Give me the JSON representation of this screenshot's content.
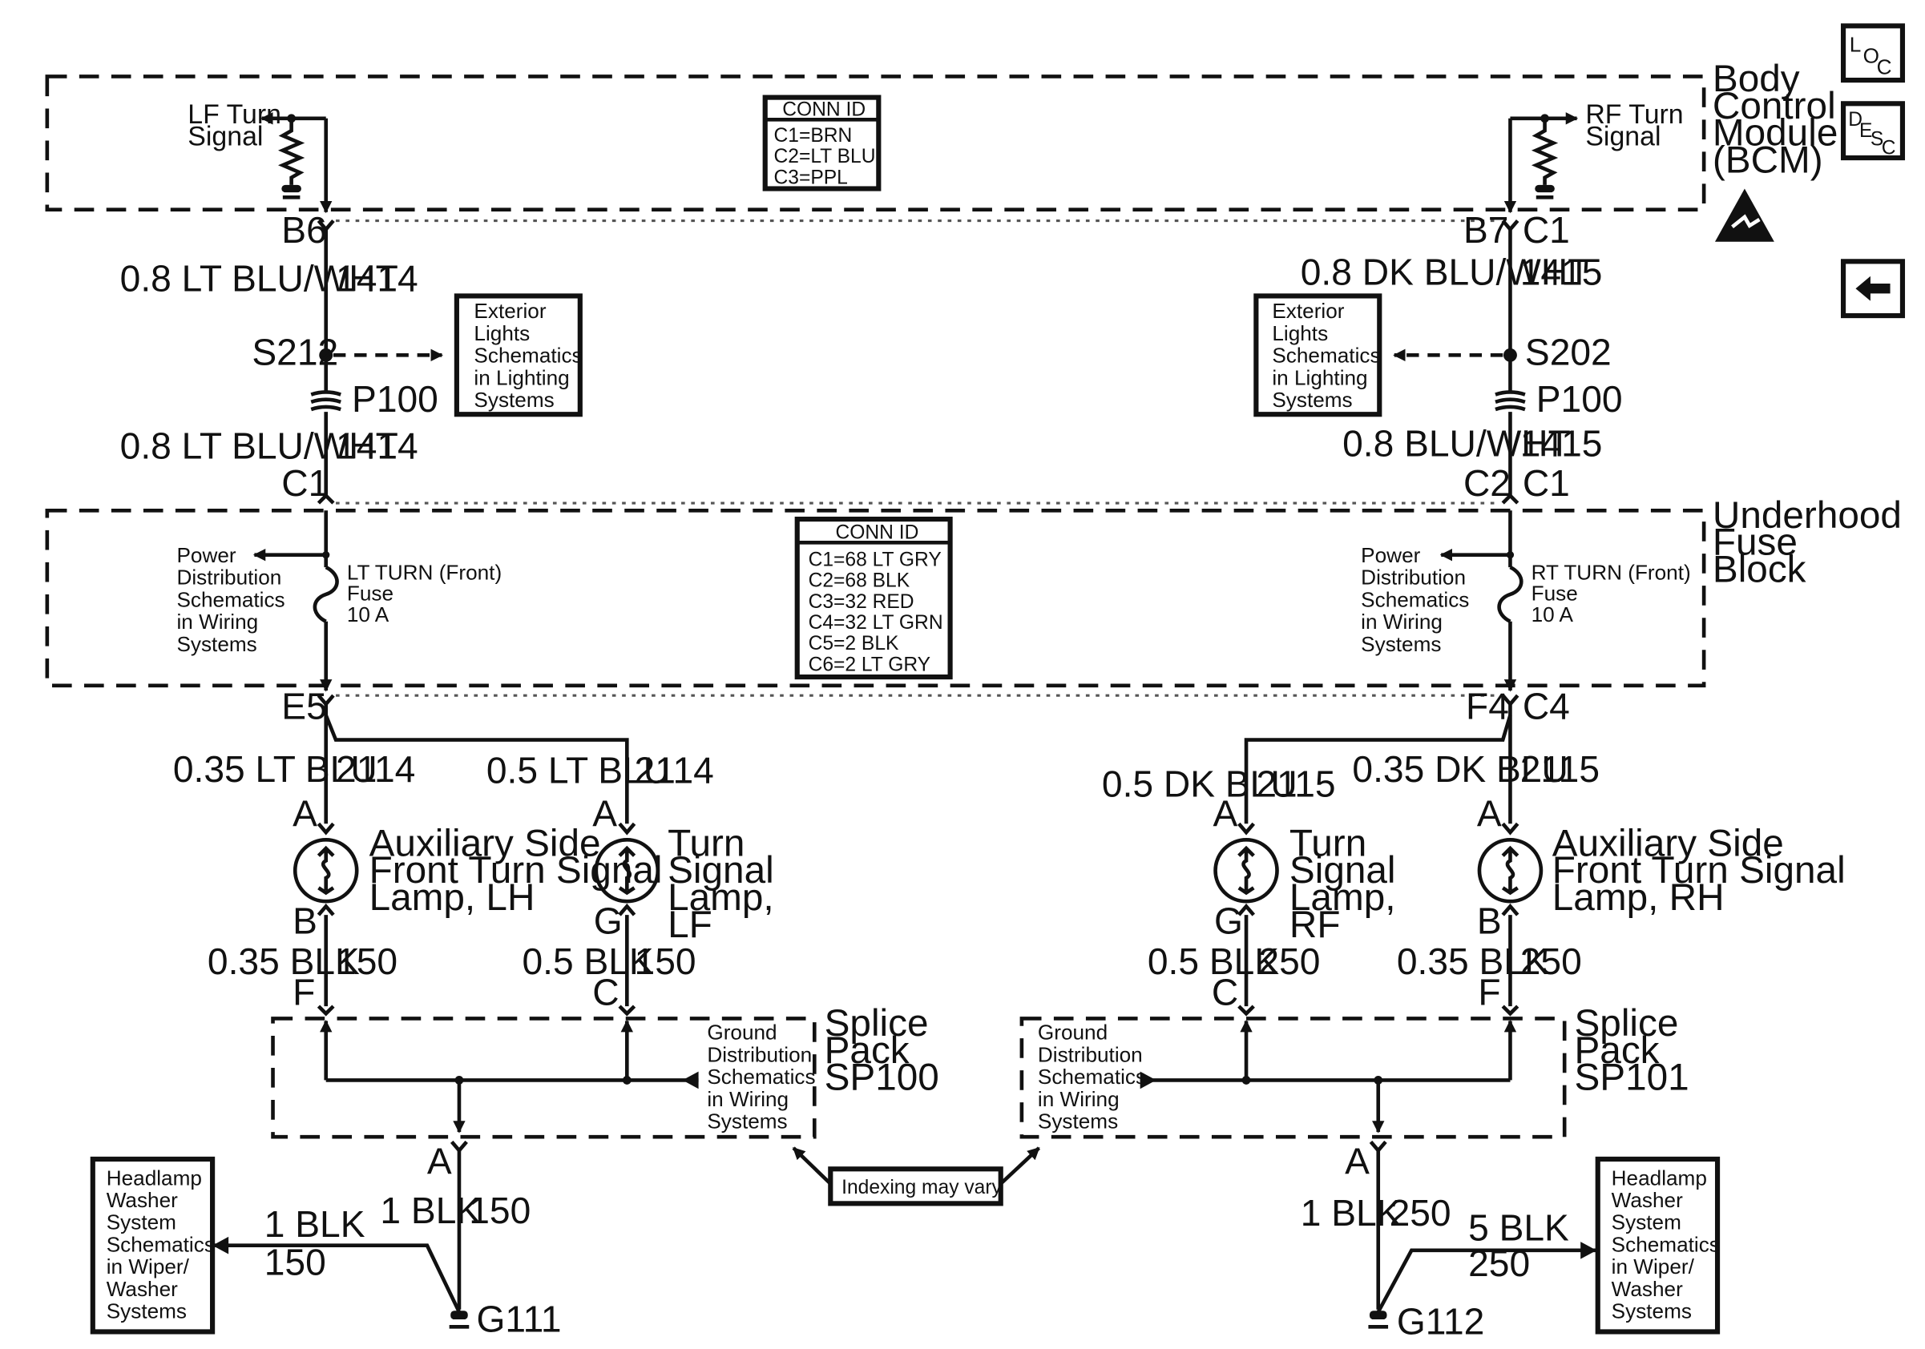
{
  "nav": {
    "loc_icon_name": "loc-icon",
    "desc_icon_name": "desc-icon",
    "back_icon_name": "back-arrow-icon",
    "loc": [
      "L",
      "O",
      "C"
    ],
    "desc": [
      "D",
      "E",
      "S",
      "C"
    ]
  },
  "modules": {
    "bcm": [
      "Body",
      "Control",
      "Module",
      "(BCM)"
    ],
    "fuse_block": [
      "Underhood",
      "Fuse",
      "Block"
    ],
    "sp100": [
      "Splice",
      "Pack",
      "SP100"
    ],
    "sp101": [
      "Splice",
      "Pack",
      "SP101"
    ]
  },
  "bcm": {
    "lf_signal": [
      "LF Turn",
      "Signal"
    ],
    "rf_signal": [
      "RF Turn",
      "Signal"
    ],
    "conn_id_title": "CONN ID",
    "conn_ids": [
      "C1=BRN",
      "C2=LT BLU",
      "C3=PPL"
    ]
  },
  "fuse_block": {
    "conn_id_title": "CONN ID",
    "conn_ids": [
      "C1=68 LT GRY",
      "C2=68 BLK",
      "C3=32 RED",
      "C4=32 LT GRN",
      "C5=2 BLK",
      "C6=2 LT GRY"
    ],
    "power_ref": [
      "Power",
      "Distribution",
      "Schematics",
      "in Wiring",
      "Systems"
    ],
    "lt_fuse": [
      "LT TURN (Front)",
      "Fuse",
      "10 A"
    ],
    "rt_fuse": [
      "RT TURN (Front)",
      "Fuse",
      "10 A"
    ]
  },
  "refs": {
    "exterior_lights": [
      "Exterior",
      "Lights",
      "Schematics",
      "in Lighting",
      "Systems"
    ],
    "ground_dist": [
      "Ground",
      "Distribution",
      "Schematics",
      "in Wiring",
      "Systems"
    ],
    "headlamp_washer": [
      "Headlamp",
      "Washer",
      "System",
      "Schematics",
      "in Wiper/",
      "Washer",
      "Systems"
    ],
    "indexing": "Indexing may vary"
  },
  "left": {
    "bcm_pin": "B6",
    "wire1": "0.8 LT BLU/WHT",
    "circuit1": "1414",
    "splice": "S212",
    "inline": "P100",
    "wire2": "0.8 LT BLU/WHT",
    "circuit2": "1414",
    "fuse_conn": "C1",
    "fuse_out_pin": "E5",
    "aux_wire": "0.35 LT BLU",
    "aux_circuit": "2114",
    "turn_wire": "0.5 LT BLU",
    "turn_circuit": "2114",
    "aux_lamp_pin_a": "A",
    "aux_lamp_pin_b": "B",
    "turn_lamp_pin_a": "A",
    "turn_lamp_pin_b": "G",
    "aux_lamp": [
      "Auxiliary Side",
      "Front Turn Signal",
      "Lamp, LH"
    ],
    "turn_lamp": [
      "Turn",
      "Signal",
      "Lamp,",
      "LF"
    ],
    "aux_gnd_wire": "0.35 BLK",
    "aux_gnd_circuit": "150",
    "turn_gnd_wire": "0.5 BLK",
    "turn_gnd_circuit": "150",
    "sp_pin_aux": "F",
    "sp_pin_turn": "C",
    "sp_out_pin": "A",
    "ground_wire": "1 BLK",
    "ground_circuit": "150",
    "washer_wire": "1 BLK",
    "washer_circuit": "150",
    "ground": "G111"
  },
  "right": {
    "bcm_pin_a": "B7",
    "bcm_pin_b": "C1",
    "wire1": "0.8 DK BLU/WHT",
    "circuit1": "1415",
    "splice": "S202",
    "inline": "P100",
    "wire2": "0.8 BLU/WHT",
    "circuit2": "1415",
    "fuse_conn_a": "C2",
    "fuse_conn_b": "C1",
    "fuse_out_pin_a": "F4",
    "fuse_out_pin_b": "C4",
    "turn_wire": "0.5 DK BLU",
    "turn_circuit": "2115",
    "aux_wire": "0.35 DK BLU",
    "aux_circuit": "2115",
    "turn_lamp_pin_a": "A",
    "turn_lamp_pin_b": "G",
    "aux_lamp_pin_a": "A",
    "aux_lamp_pin_b": "B",
    "turn_lamp": [
      "Turn",
      "Signal",
      "Lamp,",
      "RF"
    ],
    "aux_lamp": [
      "Auxiliary Side",
      "Front Turn Signal",
      "Lamp, RH"
    ],
    "turn_gnd_wire": "0.5 BLK",
    "turn_gnd_circuit": "250",
    "aux_gnd_wire": "0.35 BLK",
    "aux_gnd_circuit": "250",
    "sp_pin_turn": "C",
    "sp_pin_aux": "F",
    "sp_out_pin": "A",
    "ground_wire": "1 BLK",
    "ground_circuit": "250",
    "washer_wire": "5 BLK",
    "washer_circuit": "250",
    "ground": "G112"
  }
}
